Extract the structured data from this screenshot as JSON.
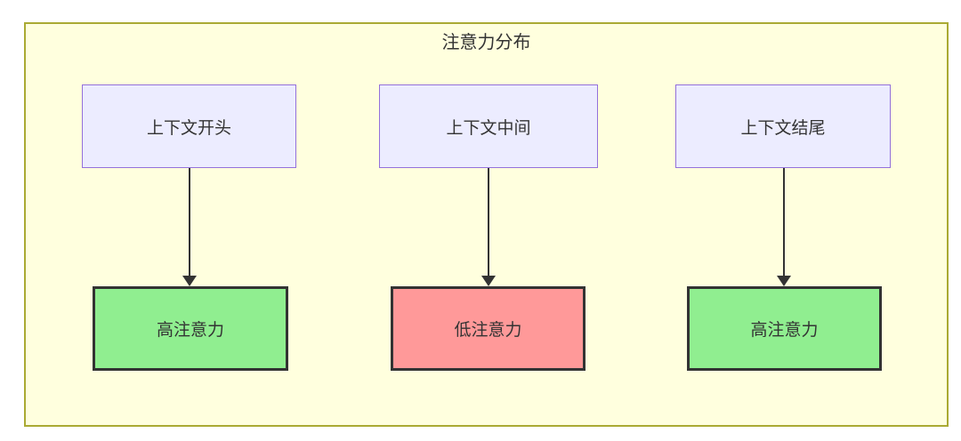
{
  "diagram": {
    "title": "注意力分布",
    "columns": [
      {
        "source": "上下文开头",
        "result": "高注意力",
        "result_level": "high"
      },
      {
        "source": "上下文中间",
        "result": "低注意力",
        "result_level": "low"
      },
      {
        "source": "上下文结尾",
        "result": "高注意力",
        "result_level": "high"
      }
    ],
    "colors": {
      "container_fill": "#ffffde",
      "container_border": "#aaaa33",
      "source_fill": "#ececff",
      "source_border": "#9370db",
      "high_fill": "#90ee90",
      "low_fill": "#ff9999",
      "result_border": "#333333",
      "arrow": "#333333",
      "text": "#333333"
    }
  }
}
